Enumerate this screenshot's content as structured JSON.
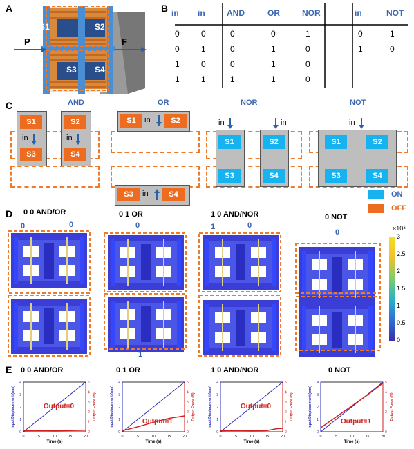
{
  "panels": {
    "a": "A",
    "b": "B",
    "c": "C",
    "d": "D",
    "e": "E"
  },
  "panelA": {
    "p": "P",
    "f": "F",
    "cells": [
      "S1",
      "S2",
      "S3",
      "S4"
    ]
  },
  "truth": {
    "headers": [
      "in",
      "in",
      "AND",
      "OR",
      "NOR",
      "in",
      "NOT"
    ],
    "rows": [
      [
        "0",
        "0",
        "0",
        "0",
        "1",
        "0",
        "1"
      ],
      [
        "0",
        "1",
        "0",
        "1",
        "0",
        "1",
        "0"
      ],
      [
        "1",
        "0",
        "0",
        "1",
        "0",
        "",
        ""
      ],
      [
        "1",
        "1",
        "1",
        "1",
        "0",
        "",
        ""
      ]
    ]
  },
  "gates": {
    "and": {
      "title": "AND",
      "s1": "S1",
      "s2": "S2",
      "s3": "S3",
      "s4": "S4",
      "in": "in"
    },
    "or": {
      "title": "OR",
      "s1": "S1",
      "s2": "S2",
      "s3": "S3",
      "s4": "S4",
      "in": "in"
    },
    "nor": {
      "title": "NOR",
      "s1": "S1",
      "s2": "S2",
      "s3": "S3",
      "s4": "S4",
      "in1": "in",
      "in2": "in"
    },
    "not": {
      "title": "NOT",
      "s1": "S1",
      "s2": "S2",
      "s3": "S3",
      "s4": "S4",
      "in": "in"
    }
  },
  "legend": {
    "on": "ON",
    "off": "OFF",
    "on_color": "#17b3f0",
    "off_color": "#ee6c1f"
  },
  "fea": {
    "titles": [
      "0  0  AND/OR",
      "0  1  OR",
      "1  0  AND/NOR",
      "0  NOT"
    ],
    "inputs": {
      "c1a": "0",
      "c1b": "0",
      "c2a": "0",
      "c2b": "1",
      "c3a": "1",
      "c3b": "0",
      "c4a": "0"
    },
    "colorbar": {
      "exp": "×10⁴",
      "ticks": [
        "3",
        "2.5",
        "2",
        "1.5",
        "1",
        "0.5",
        "0"
      ]
    }
  },
  "chart_data": [
    {
      "type": "line",
      "title": "0  0  AND/OR",
      "xlabel": "Time (s)",
      "ylabel": "Input Displacement (mm)",
      "y2label": "Output Force (N)",
      "xlim": [
        0,
        20
      ],
      "ylim": [
        0,
        4
      ],
      "y2lim": [
        0,
        5
      ],
      "xticks": [
        "0",
        "5",
        "10",
        "15",
        "20"
      ],
      "yticks": [
        "0",
        "1",
        "2",
        "3",
        "4"
      ],
      "y2ticks": [
        "0",
        "1",
        "2",
        "3",
        "4",
        "5"
      ],
      "series": [
        {
          "axis": "left",
          "color": "#2b2bb8",
          "x": [
            0,
            20
          ],
          "y": [
            0,
            4
          ]
        },
        {
          "axis": "right",
          "color": "#d12020",
          "x": [
            0,
            5,
            10,
            15,
            20
          ],
          "y": [
            0.1,
            0.12,
            0.1,
            0.12,
            0.15
          ]
        }
      ],
      "annotation": "Output=0"
    },
    {
      "type": "line",
      "title": "0  1  OR",
      "xlabel": "Time (s)",
      "ylabel": "Input Displacement (mm)",
      "y2label": "Output Force (N)",
      "xlim": [
        0,
        20
      ],
      "ylim": [
        0,
        4
      ],
      "y2lim": [
        0,
        5
      ],
      "xticks": [
        "0",
        "5",
        "10",
        "15",
        "20"
      ],
      "yticks": [
        "0",
        "1",
        "2",
        "3",
        "4"
      ],
      "y2ticks": [
        "0",
        "1",
        "2",
        "3",
        "4",
        "5"
      ],
      "series": [
        {
          "axis": "left",
          "color": "#2b2bb8",
          "x": [
            0,
            20
          ],
          "y": [
            0,
            4
          ]
        },
        {
          "axis": "right",
          "color": "#d12020",
          "x": [
            0,
            5,
            10,
            15,
            20
          ],
          "y": [
            0.1,
            0.5,
            0.95,
            1.35,
            1.6
          ]
        }
      ],
      "annotation": "Output=1"
    },
    {
      "type": "line",
      "title": "1  0  AND/NOR",
      "xlabel": "Time (s)",
      "ylabel": "Input Displacement (mm)",
      "y2label": "Output Force (N)",
      "xlim": [
        0,
        20
      ],
      "ylim": [
        0,
        4
      ],
      "y2lim": [
        0,
        5
      ],
      "xticks": [
        "0",
        "5",
        "10",
        "15",
        "20"
      ],
      "yticks": [
        "0",
        "1",
        "2",
        "3",
        "4"
      ],
      "y2ticks": [
        "0",
        "1",
        "2",
        "3",
        "4",
        "5"
      ],
      "series": [
        {
          "axis": "left",
          "color": "#2b2bb8",
          "x": [
            0,
            20
          ],
          "y": [
            0,
            4
          ]
        },
        {
          "axis": "right",
          "color": "#d12020",
          "x": [
            0,
            5,
            10,
            15,
            18,
            20
          ],
          "y": [
            0.1,
            0.12,
            0.1,
            0.12,
            0.3,
            0.35
          ]
        }
      ],
      "annotation": "Output=0"
    },
    {
      "type": "line",
      "title": "0  NOT",
      "xlabel": "Time (s)",
      "ylabel": "Input Displacement (mm)",
      "y2label": "Output Force (N)",
      "xlim": [
        0,
        20
      ],
      "ylim": [
        0,
        4
      ],
      "y2lim": [
        0,
        5
      ],
      "xticks": [
        "0",
        "5",
        "10",
        "15",
        "20"
      ],
      "yticks": [
        "0",
        "1",
        "2",
        "3",
        "4"
      ],
      "y2ticks": [
        "0",
        "1",
        "2",
        "3",
        "4",
        "5"
      ],
      "series": [
        {
          "axis": "left",
          "color": "#2b2bb8",
          "x": [
            0,
            20
          ],
          "y": [
            0,
            4
          ]
        },
        {
          "axis": "right",
          "color": "#d12020",
          "x": [
            0,
            5,
            10,
            15,
            20
          ],
          "y": [
            0.4,
            1.5,
            2.6,
            3.7,
            4.9
          ]
        }
      ],
      "annotation": "Output=1"
    }
  ]
}
